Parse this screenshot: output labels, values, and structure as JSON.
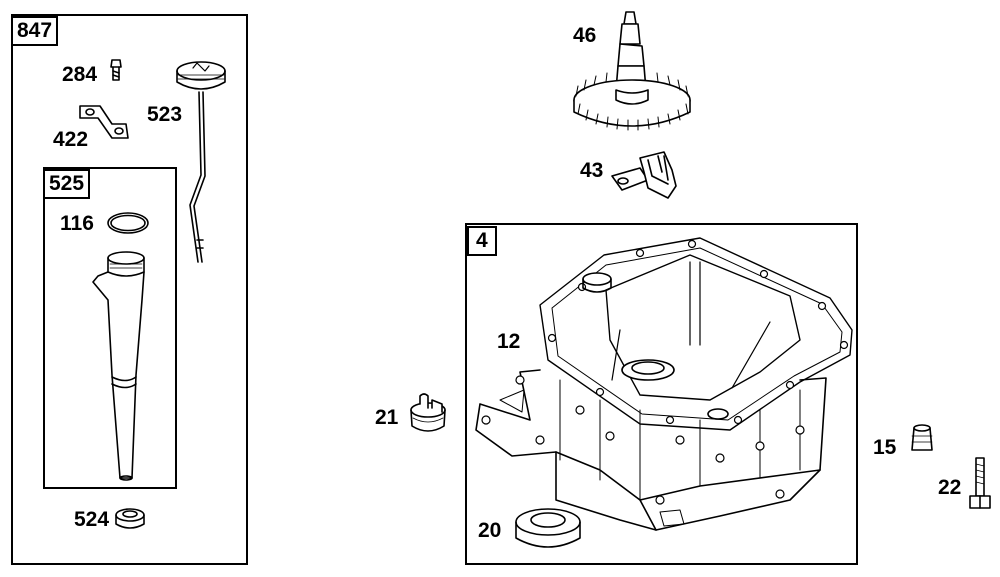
{
  "kits": {
    "kit_847": "847",
    "kit_525": "525",
    "kit_4": "4"
  },
  "parts": {
    "p284": "284",
    "p422": "422",
    "p523": "523",
    "p116": "116",
    "p524": "524",
    "p46": "46",
    "p43": "43",
    "p12": "12",
    "p21": "21",
    "p15": "15",
    "p22": "22",
    "p20": "20"
  }
}
